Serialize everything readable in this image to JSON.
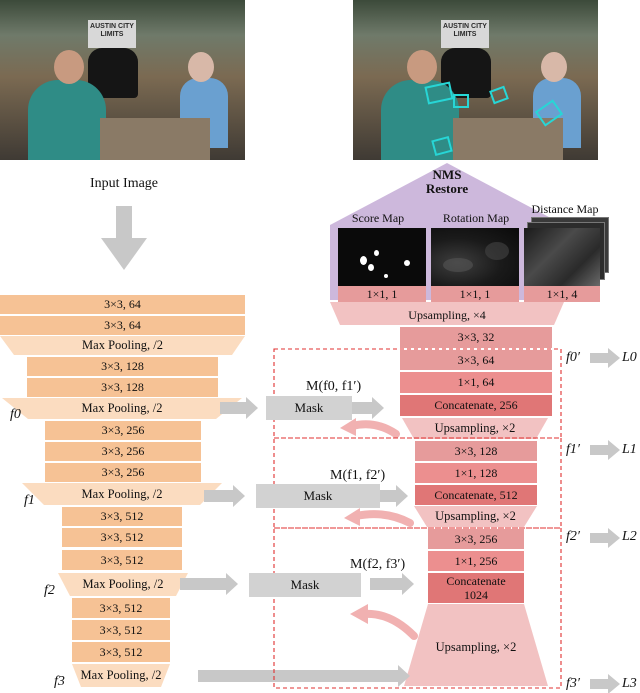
{
  "photo_sign": "AUSTIN CITY LIMITS",
  "input_label": "Input Image",
  "top_labels": {
    "nms": "NMS",
    "restore": "Restore"
  },
  "maps": [
    "Score Map",
    "Rotation Map",
    "Distance Map"
  ],
  "head_convs": [
    "1×1, 1",
    "1×1, 1",
    "1×1, 4"
  ],
  "upsampling_top": "Upsampling, ×4",
  "encoder": [
    "3×3, 64",
    "3×3, 64",
    "Max Pooling, /2",
    "3×3, 128",
    "3×3, 128",
    "Max Pooling, /2",
    "3×3, 256",
    "3×3, 256",
    "3×3, 256",
    "Max Pooling, /2",
    "3×3, 512",
    "3×3, 512",
    "3×3, 512",
    "Max Pooling, /2",
    "3×3, 512",
    "3×3, 512",
    "3×3, 512",
    "Max Pooling, /2"
  ],
  "decoder": {
    "block0": [
      "3×3, 32",
      "3×3, 64",
      "1×1, 64",
      "Concatenate, 256",
      "Upsampling, ×2"
    ],
    "block1": [
      "3×3, 128",
      "1×1, 128",
      "Concatenate, 512",
      "Upsampling, ×2"
    ],
    "block2": [
      "3×3, 256",
      "1×1, 256",
      "Concatenate",
      "1024",
      "Upsampling, ×2"
    ]
  },
  "mask_label": "Mask",
  "feature_labels": [
    "f0",
    "f1",
    "f2",
    "f3"
  ],
  "merge_labels": [
    "M(f0, f1′)",
    "M(f1, f2′)",
    "M(f2, f3′)"
  ],
  "dec_feature_labels": [
    "f0′",
    "f1′",
    "f2′",
    "f3′"
  ],
  "loss_labels": [
    "L0",
    "L1",
    "L2",
    "L3"
  ],
  "colors": {
    "encoder": "#f6c295",
    "pooling": "#fbdcc0",
    "decoder": "#e69b9b",
    "concat": "#e07676",
    "head": "#cdb8dc",
    "arrow": "#c8c8c8",
    "curved_arrow": "#f1b1b1",
    "dashed": "#e03030"
  }
}
